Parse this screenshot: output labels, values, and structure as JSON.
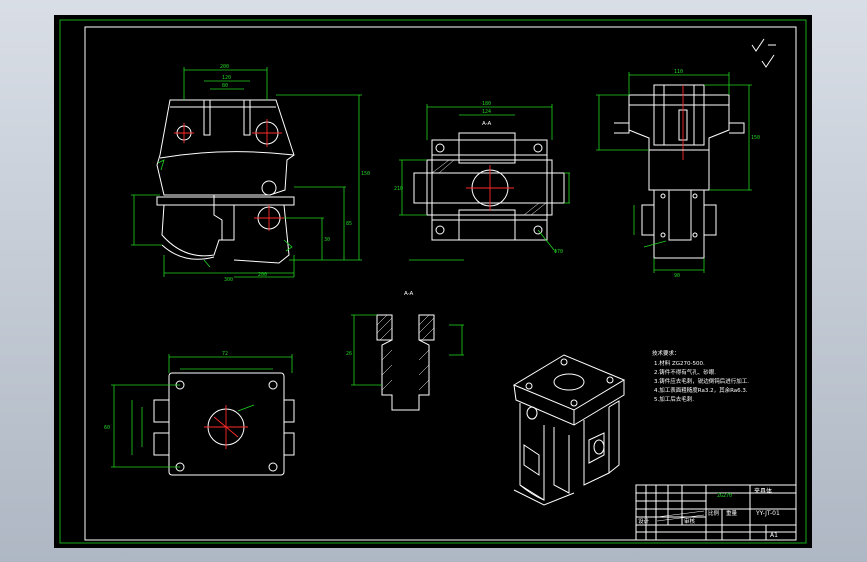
{
  "view": {
    "background": "#000000",
    "line_color": "#ffffff",
    "dimension_color": "#21d421",
    "centerline_color": "#ff2a2a",
    "frame_color": "#21d421"
  },
  "technical_requirements": {
    "title": "技术要求：",
    "items": [
      "1.材料 ZG270-500.",
      "2.铸件不得有气孔、砂眼.",
      "3.铸件应去毛刺，锐边倒钝后进行加工.",
      "4.加工表面粗糙度Ra3.2，其余Ra6.3.",
      "5.加工后去毛刺."
    ]
  },
  "title_block": {
    "part_name": "夹具体",
    "drawing_no": "YY-JT-01",
    "sheet_size": "A1",
    "material": "ZG270",
    "scale_label": "比例",
    "weight_label": "重量",
    "designer_label": "设计",
    "checker_label": "审核"
  },
  "dims": {
    "front_top": "200",
    "front_mid": "120",
    "front_inner": "80",
    "front_bottom": "300",
    "front_bottom2": "200",
    "front_height": "150",
    "front_h2": "85",
    "front_h3": "30",
    "top_overall": "180",
    "top_inner": "124",
    "top_left": "210",
    "top_hole": "Φ70",
    "section_label": "A-A",
    "side_top": "110",
    "side_height": "150",
    "side_w": "90",
    "plan_top": "72",
    "plan_height": "60",
    "section_w": "26"
  }
}
